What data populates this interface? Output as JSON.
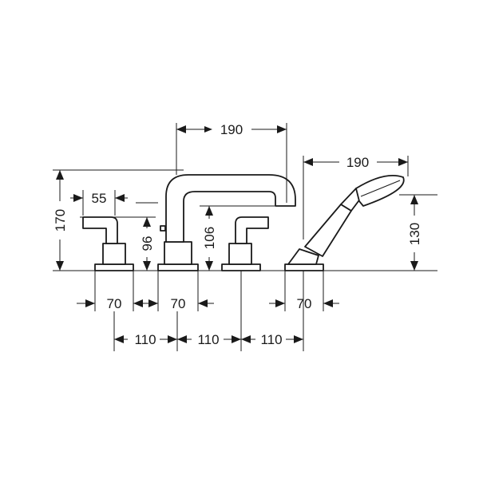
{
  "dimensions": {
    "spout_width": "190",
    "handshower_width": "190",
    "total_height": "170",
    "handle_width": "55",
    "handle_height": "96",
    "spout_height": "106",
    "handshower_height": "130",
    "base_1": "70",
    "base_2": "70",
    "base_3": "70",
    "spacing_1": "110",
    "spacing_2": "110",
    "spacing_3": "110"
  }
}
